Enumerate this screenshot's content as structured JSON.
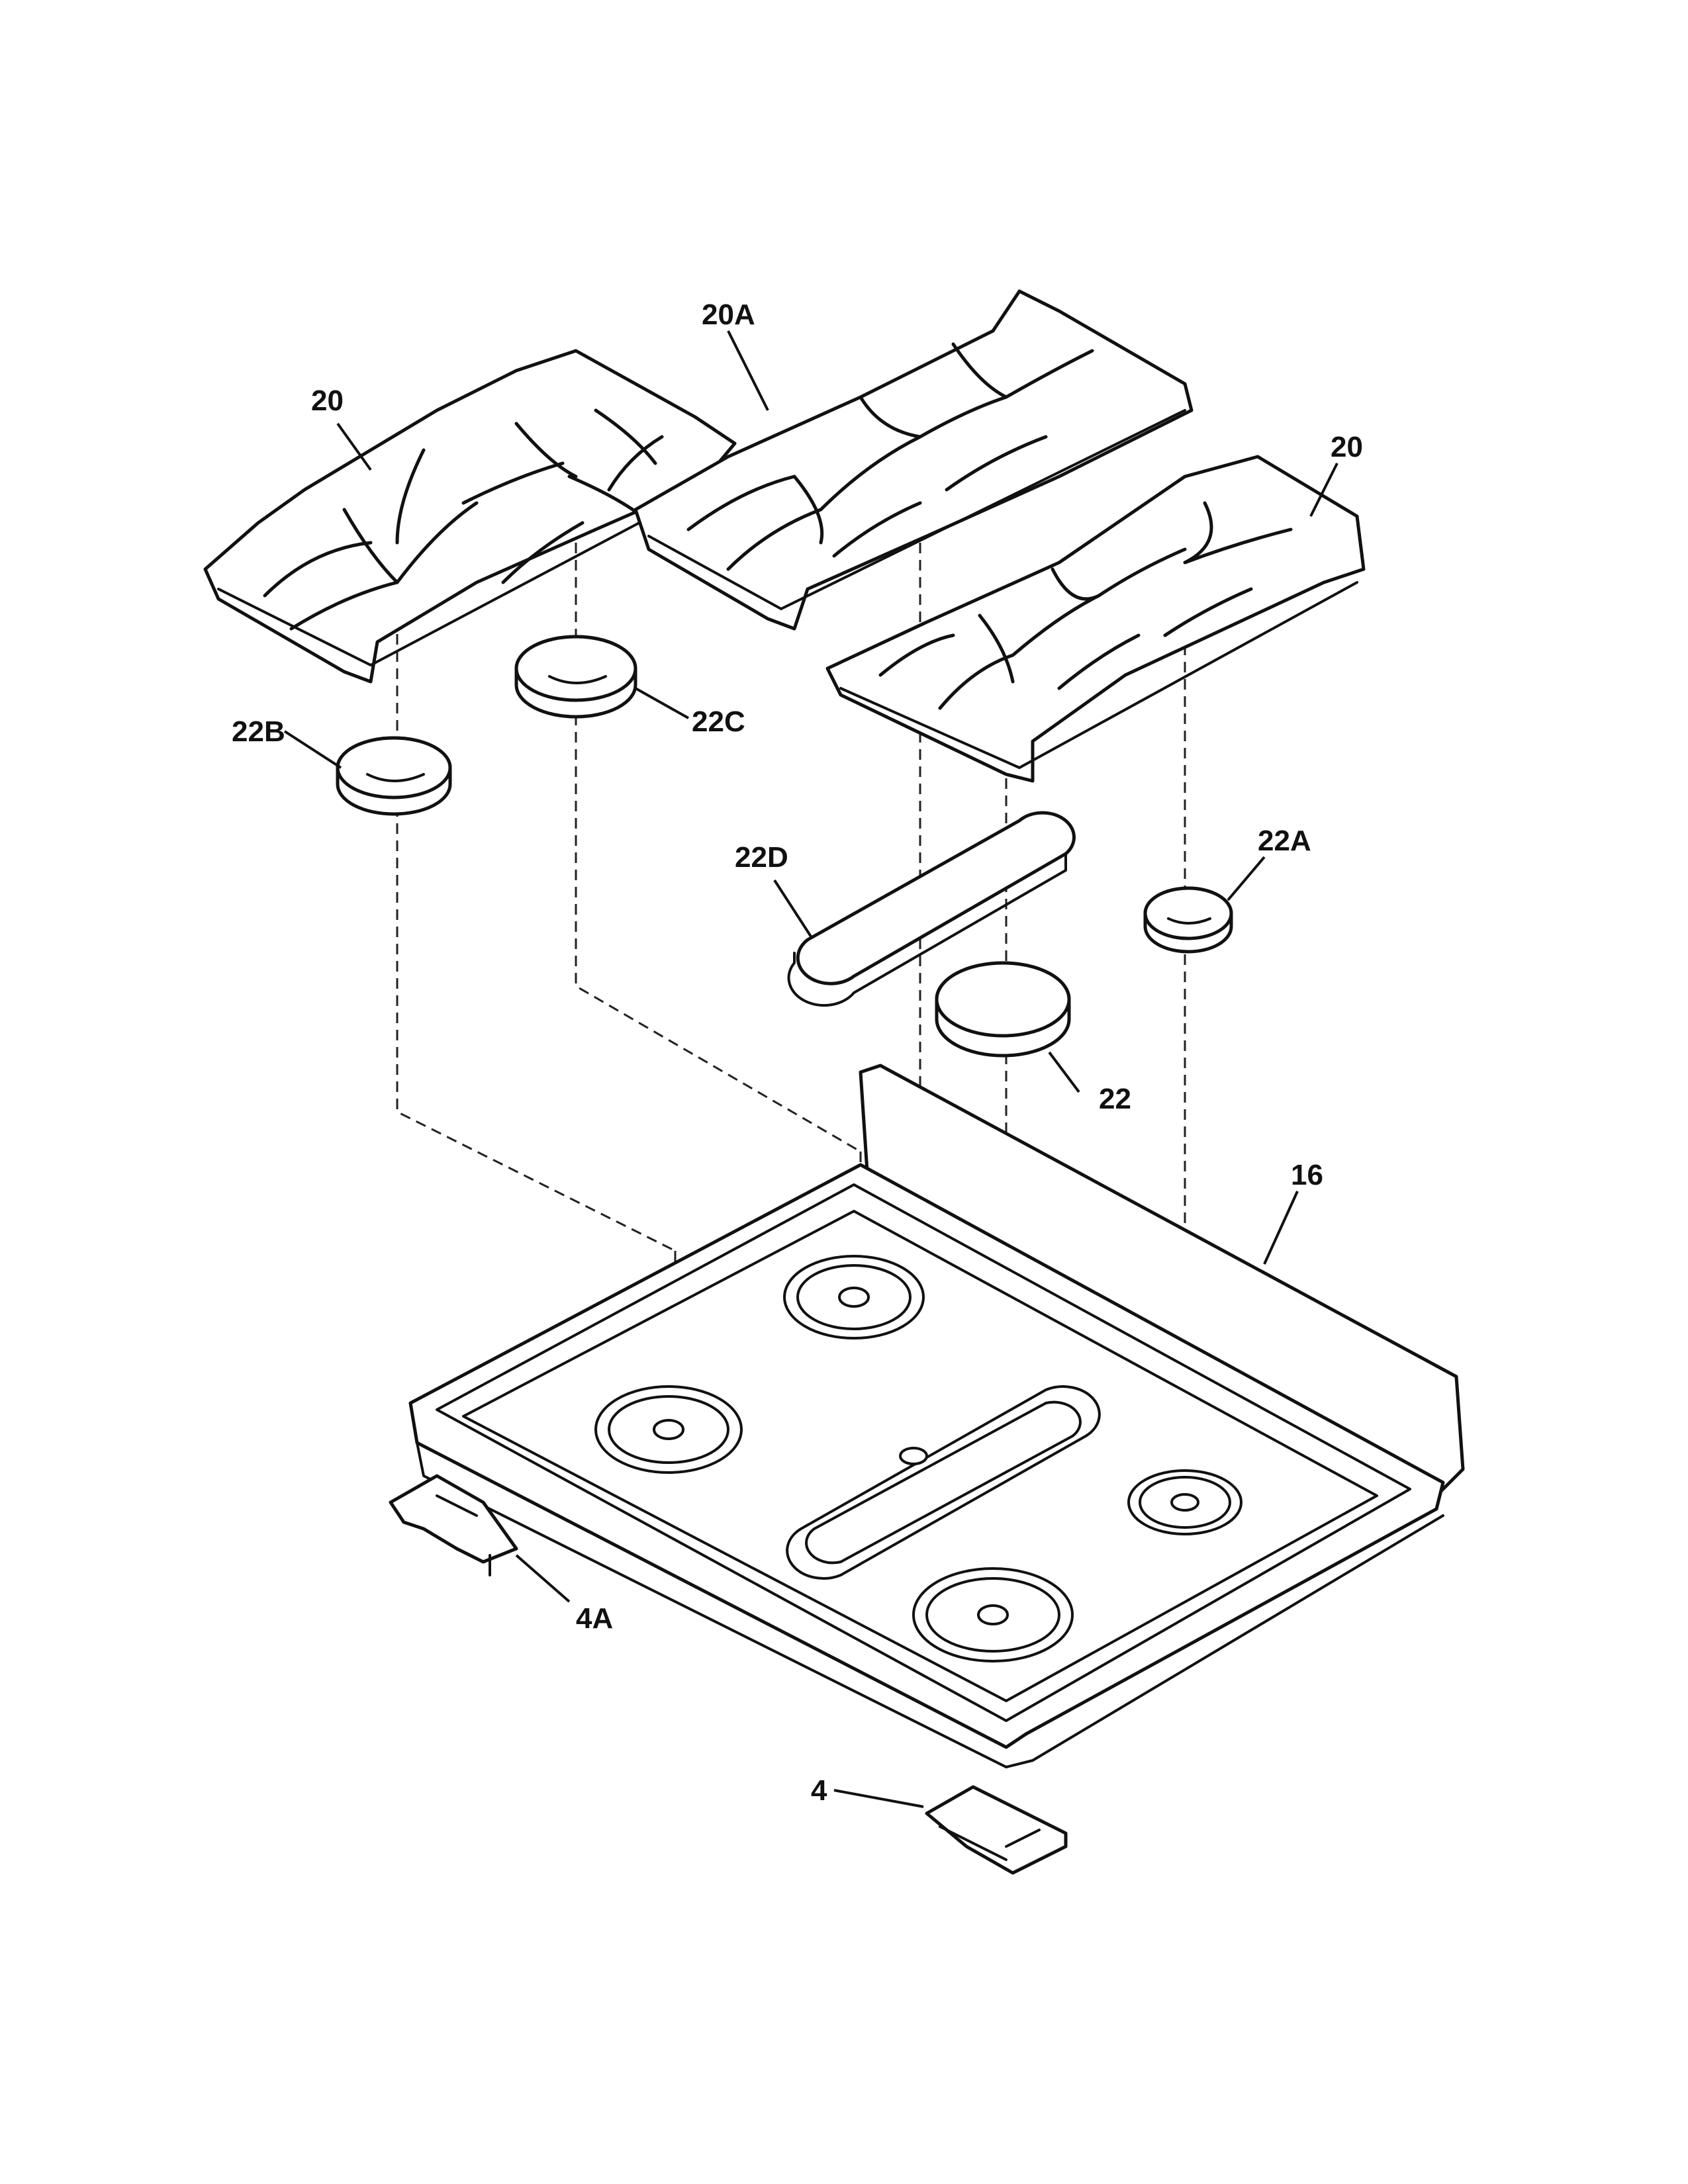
{
  "callouts": {
    "grate_left": "20",
    "grate_center": "20A",
    "grate_right": "20",
    "cap_22b": "22B",
    "cap_22c": "22C",
    "cap_22d": "22D",
    "cap_22a": "22A",
    "cap_22": "22",
    "cooktop": "16",
    "bracket_4a": "4A",
    "bracket_4": "4"
  }
}
